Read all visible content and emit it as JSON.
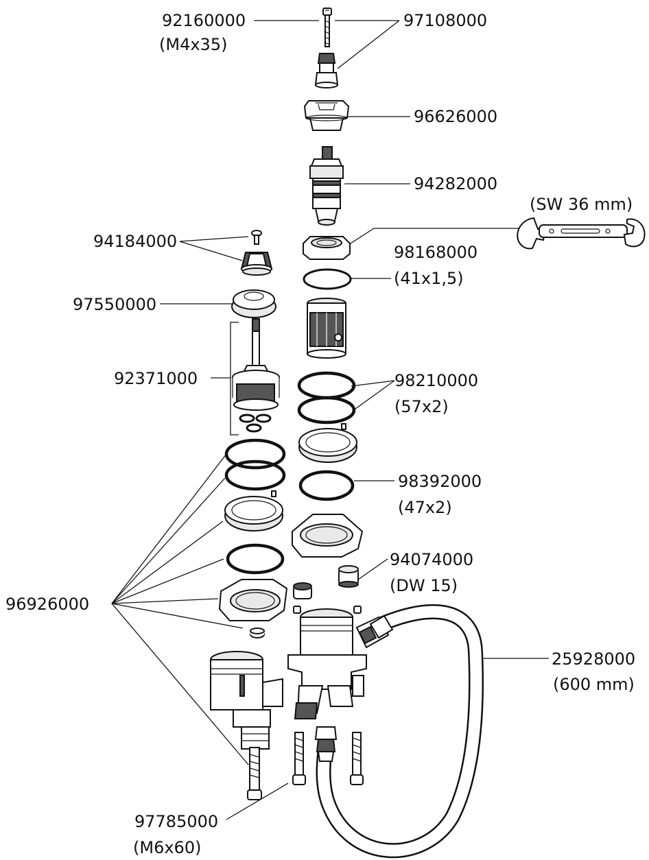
{
  "labels": {
    "p92160000": "92160000",
    "p92160000_size": "(M4x35)",
    "p97108000": "97108000",
    "p96626000": "96626000",
    "p94282000": "94282000",
    "wrench_size": "(SW 36 mm)",
    "p94184000": "94184000",
    "p98168000": "98168000",
    "p98168000_size": "(41x1,5)",
    "p97550000": "97550000",
    "p92371000": "92371000",
    "p98210000": "98210000",
    "p98210000_size": "(57x2)",
    "p98392000": "98392000",
    "p98392000_size": "(47x2)",
    "p94074000": "94074000",
    "p94074000_size": "(DW 15)",
    "p96926000": "96926000",
    "p25928000": "25928000",
    "p25928000_size": "(600 mm)",
    "p97785000": "97785000",
    "p97785000_size": "(M6x60)"
  },
  "icons": {
    "screw": "screw-icon",
    "wrench": "wrench-icon",
    "o_ring": "o-ring-icon",
    "hose": "hose-icon"
  }
}
